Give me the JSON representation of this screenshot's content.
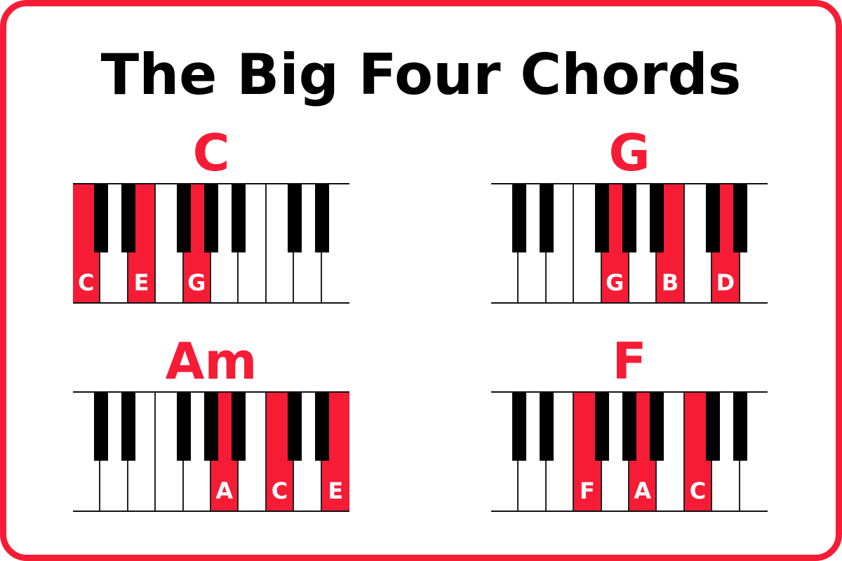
{
  "title": "The Big Four Chords",
  "colors": {
    "accent": "#f61c35",
    "black_key": "#000000",
    "white_key": "#ffffff",
    "text": "#000000"
  },
  "keyboard": {
    "white_keys": [
      "C",
      "D",
      "E",
      "F",
      "G",
      "A",
      "B",
      "C",
      "D",
      "E"
    ],
    "black_keys": [
      "C#",
      "D#",
      "F#",
      "G#",
      "A#",
      "C#",
      "D#"
    ]
  },
  "chords": [
    {
      "name": "C",
      "highlighted_white_indices": [
        0,
        2,
        4
      ],
      "notes": [
        "C",
        "E",
        "G"
      ]
    },
    {
      "name": "G",
      "highlighted_white_indices": [
        4,
        6,
        8
      ],
      "notes": [
        "G",
        "B",
        "D"
      ]
    },
    {
      "name": "Am",
      "highlighted_white_indices": [
        5,
        7,
        9
      ],
      "notes": [
        "A",
        "C",
        "E"
      ]
    },
    {
      "name": "F",
      "highlighted_white_indices": [
        3,
        5,
        7
      ],
      "notes": [
        "F",
        "A",
        "C"
      ]
    }
  ]
}
